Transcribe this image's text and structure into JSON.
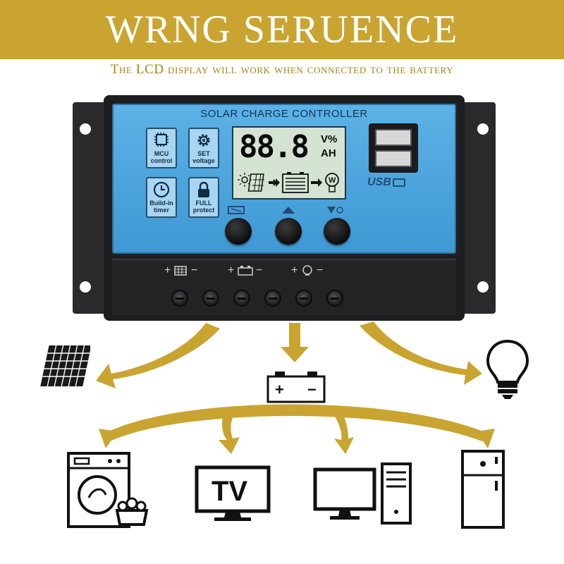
{
  "banner": {
    "title": "WRNG SERUENCE"
  },
  "subtitle": "The LCD display will work when connected to the battery",
  "controller": {
    "title": "SOLAR CHARGE CONTROLLER",
    "features": [
      {
        "label1": "MCU",
        "label2": "control",
        "icon": "chip-icon"
      },
      {
        "label1": "SET",
        "label2": "voltage",
        "icon": "gear-icon"
      },
      {
        "label1": "Build-in",
        "label2": "timer",
        "icon": "clock-icon"
      },
      {
        "label1": "FULL",
        "label2": "protect",
        "icon": "lock-icon"
      }
    ],
    "lcd": {
      "digits": "88.8",
      "unit_top": "V%",
      "unit_bottom": "AH"
    },
    "usb_label": "USB",
    "terminals": [
      "+",
      "−",
      "+",
      "−",
      "+",
      "−"
    ]
  },
  "devices": {
    "tv_label": "TV",
    "battery_plus": "+",
    "battery_minus": "−"
  },
  "colors": {
    "accent": "#c9a430",
    "arrow": "#c9a430",
    "panel": "#4aa3dd",
    "frame": "#1e1e20"
  }
}
